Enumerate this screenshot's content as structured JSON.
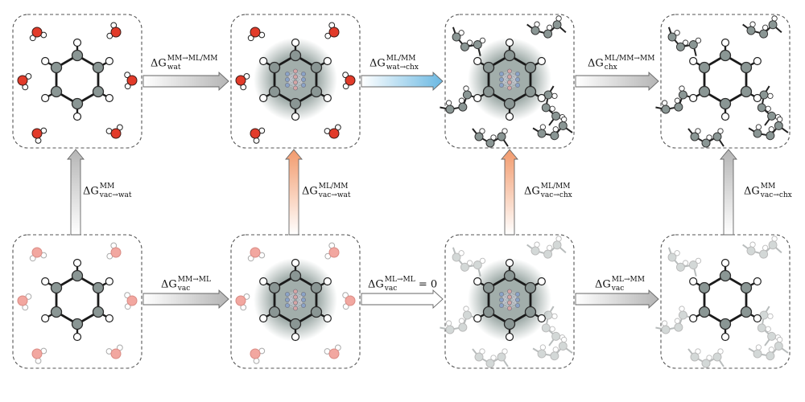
{
  "colors": {
    "oxygen": "#e23b2a",
    "oxygen_faded": "#f2a7a0",
    "carbon": "#8a9694",
    "carbon_faded": "#d3d8d7",
    "hydrogen": "#ffffff",
    "bond": "#1a1a1a",
    "bond_faded": "#b8bcbc",
    "arrow_gray": "#b9b9b9",
    "arrow_blue": "#7fc4e6",
    "arrow_orange": "#f2a37b",
    "box_border": "#555555",
    "nn_node_blue": "#8aa3c7",
    "nn_node_pink": "#d5a5a5"
  },
  "labels": {
    "top1": {
      "sym": "ΔG",
      "sup": "MM→ML/MM",
      "sub": "wat"
    },
    "top2": {
      "sym": "ΔG",
      "sup": "ML/MM",
      "sub": "wat→chx"
    },
    "top3": {
      "sym": "ΔG",
      "sup": "ML/MM→MM",
      "sub": "chx"
    },
    "bot1": {
      "sym": "ΔG",
      "sup": "MM→ML",
      "sub": "vac"
    },
    "bot2": {
      "sym": "ΔG",
      "sup": "ML→ML",
      "sub": "vac",
      "tail": " = 0"
    },
    "bot3": {
      "sym": "ΔG",
      "sup": "ML→MM",
      "sub": "vac"
    },
    "vert1": {
      "sym": "ΔG",
      "sup": "MM",
      "sub": "vac→wat"
    },
    "vert2": {
      "sym": "ΔG",
      "sup": "ML/MM",
      "sub": "vac→wat"
    },
    "vert3": {
      "sym": "ΔG",
      "sup": "ML/MM",
      "sub": "vac→chx"
    },
    "vert4": {
      "sym": "ΔG",
      "sup": "MM",
      "sub": "vac→chx"
    }
  },
  "panels": [
    {
      "id": "top-mm-water",
      "solvent": "water",
      "ml": false,
      "faded": false
    },
    {
      "id": "top-mlmm-water",
      "solvent": "water",
      "ml": true,
      "faded": false
    },
    {
      "id": "top-mlmm-cyclohexane",
      "solvent": "cyclohexane",
      "ml": true,
      "faded": false
    },
    {
      "id": "top-mm-cyclohexane",
      "solvent": "cyclohexane",
      "ml": false,
      "faded": false
    },
    {
      "id": "bottom-mm-vacuum-water",
      "solvent": "water",
      "ml": false,
      "faded": true
    },
    {
      "id": "bottom-ml-vacuum-water",
      "solvent": "water",
      "ml": true,
      "faded": true
    },
    {
      "id": "bottom-ml-vacuum-cyclohexane",
      "solvent": "cyclohexane",
      "ml": true,
      "faded": true
    },
    {
      "id": "bottom-mm-vacuum-cyclohexane",
      "solvent": "cyclohexane",
      "ml": false,
      "faded": true
    }
  ]
}
